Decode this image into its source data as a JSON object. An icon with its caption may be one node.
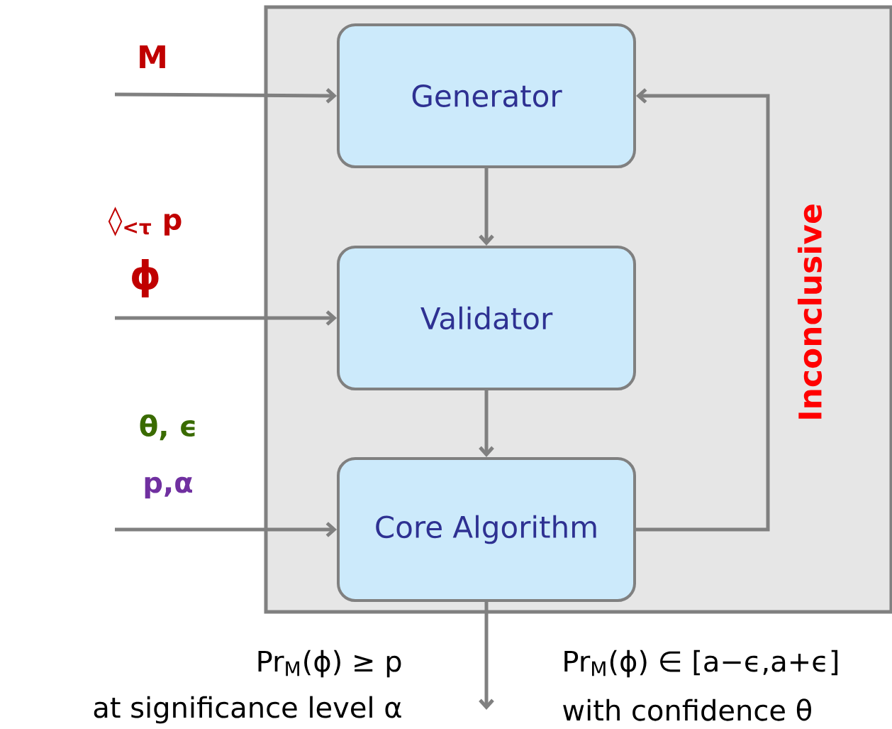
{
  "diagram": {
    "nodes": [
      {
        "text": [],
        "shape": "box"
      },
      {
        "text": [
          "Generator"
        ],
        "in": 0
      },
      {
        "text": [
          "Validator"
        ],
        "in": 0
      },
      {
        "text": [
          "Core Algorithm"
        ],
        "in": 0
      }
    ],
    "edges": [
      {
        "from": null,
        "to": 1,
        "arrow": "to",
        "label": "M"
      },
      {
        "from": null,
        "to": 2,
        "arrow": "to"
      },
      {
        "from": null,
        "to": 3,
        "arrow": "to"
      },
      {
        "from": 1,
        "to": 2,
        "arrow": "to"
      },
      {
        "from": 2,
        "to": 3,
        "arrow": "to"
      },
      {
        "from": 3,
        "to": 1,
        "arrow": "to",
        "label": "Inconclusive"
      },
      {
        "from": 3,
        "to": null,
        "arrow": "to"
      }
    ],
    "labels": [
      "◊$_{<τ}$ p",
      "ϕ",
      "θ, ϵ",
      "p,α",
      "Pr$_{M}$(ϕ) ≥ p",
      "at significance level α",
      "Pr$_{M}$(ϕ) ∈ [a−ϵ,a+ϵ]",
      "with confidence θ"
    ]
  }
}
